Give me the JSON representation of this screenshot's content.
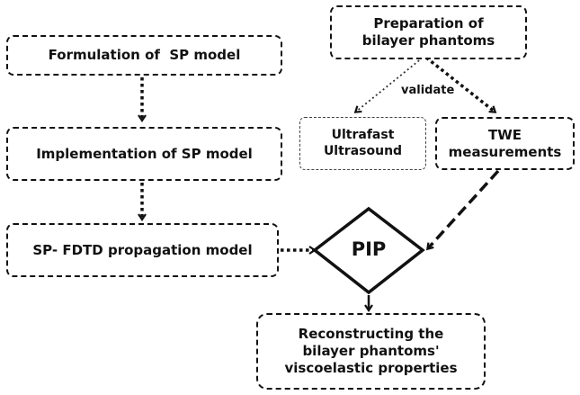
{
  "nodes": {
    "formulation": "Formulation of  SP model",
    "implementation": "Implementation of SP model",
    "propagation": "SP- FDTD propagation model",
    "preparation": "Preparation of\nbilayer phantoms",
    "ultrasound": "Ultrafast\nUltrasound",
    "twe": "TWE\nmeasurements",
    "pip": "PIP",
    "reconstructing": "Reconstructing the\nbilayer phantoms'\nviscoelastic properties"
  },
  "edges": {
    "validate_label": "validate"
  }
}
